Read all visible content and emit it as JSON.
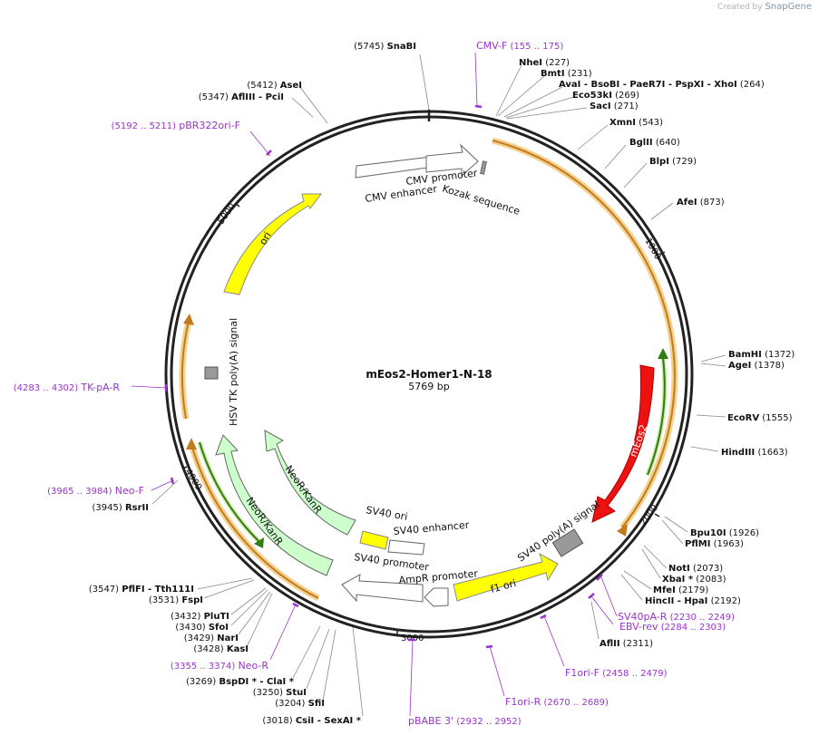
{
  "watermark": {
    "prefix": "Created by",
    "brand": "SnapGene"
  },
  "plasmid": {
    "name": "mEos2-Homer1-N-18",
    "length": "5769 bp"
  },
  "colors": {
    "enzyme": "#000000",
    "primer": "#9933cc",
    "backbone": "#222222"
  },
  "ticks": [
    "1000",
    "2000",
    "3000",
    "4000",
    "5000"
  ],
  "enzymes": [
    {
      "name": "SnaBI",
      "pos": "(5745)"
    },
    {
      "name": "NheI",
      "pos": "(227)"
    },
    {
      "name": "BmtI",
      "pos": "(231)"
    },
    {
      "name": "AvaI   - BsoBI   - PaeR7I   - PspXI   - XhoI",
      "pos": "(264)"
    },
    {
      "name": "Eco53kI",
      "pos": "(269)"
    },
    {
      "name": "SacI",
      "pos": "(271)"
    },
    {
      "name": "XmnI",
      "pos": "(543)"
    },
    {
      "name": "BglII",
      "pos": "(640)"
    },
    {
      "name": "BlpI",
      "pos": "(729)"
    },
    {
      "name": "AfeI",
      "pos": "(873)"
    },
    {
      "name": "BamHI",
      "pos": "(1372)"
    },
    {
      "name": "AgeI",
      "pos": "(1378)"
    },
    {
      "name": "EcoRV",
      "pos": "(1555)"
    },
    {
      "name": "HindIII",
      "pos": "(1663)"
    },
    {
      "name": "Bpu10I",
      "pos": "(1926)"
    },
    {
      "name": "PflMI",
      "pos": "(1963)"
    },
    {
      "name": "NotI",
      "pos": "(2073)"
    },
    {
      "name": "XbaI *",
      "pos": "(2083)"
    },
    {
      "name": "MfeI",
      "pos": "(2179)"
    },
    {
      "name": "HincII   - HpaI",
      "pos": "(2192)"
    },
    {
      "name": "AflII",
      "pos": "(2311)"
    },
    {
      "name": "CsiI   - SexAI *",
      "pos": "(3018)"
    },
    {
      "name": "SfiI",
      "pos": "(3204)"
    },
    {
      "name": "StuI",
      "pos": "(3250)"
    },
    {
      "name": "BspDI *   - ClaI *",
      "pos": "(3269)"
    },
    {
      "name": "KasI",
      "pos": "(3428)"
    },
    {
      "name": "NarI",
      "pos": "(3429)"
    },
    {
      "name": "SfoI",
      "pos": "(3430)"
    },
    {
      "name": "PluTI",
      "pos": "(3432)"
    },
    {
      "name": "FspI",
      "pos": "(3531)"
    },
    {
      "name": "PflFI   - Tth111I",
      "pos": "(3547)"
    },
    {
      "name": "RsrII",
      "pos": "(3945)"
    },
    {
      "name": "AflIII   - PciI",
      "pos": "(5347)"
    },
    {
      "name": "AseI",
      "pos": "(5412)"
    }
  ],
  "primers": [
    {
      "name": "CMV-F",
      "range": "(155 .. 175)"
    },
    {
      "name": "SV40pA-R",
      "range": "(2230 .. 2249)"
    },
    {
      "name": "EBV-rev",
      "range": "(2284 .. 2303)"
    },
    {
      "name": "F1ori-F",
      "range": "(2458 .. 2479)"
    },
    {
      "name": "F1ori-R",
      "range": "(2670 .. 2689)"
    },
    {
      "name": "pBABE 3'",
      "range": "(2932 .. 2952)"
    },
    {
      "name": "Neo-R",
      "range": "(3355 .. 3374)"
    },
    {
      "name": "Neo-F",
      "range": "(3965 .. 3984)"
    },
    {
      "name": "TK-pA-R",
      "range": "(4283 .. 4302)"
    },
    {
      "name": "pBR322ori-F",
      "range": "(5192 .. 5211)"
    }
  ],
  "features": [
    {
      "name": "CMV promoter",
      "color": "#ffffff"
    },
    {
      "name": "CMV enhancer",
      "color": "#ffffff"
    },
    {
      "name": "Kozak sequence",
      "color": "#999999"
    },
    {
      "name": "mEos2",
      "color": "#ee1111"
    },
    {
      "name": "SV40 poly(A) signal",
      "color": "#999999"
    },
    {
      "name": "f1 ori",
      "color": "#ffff00"
    },
    {
      "name": "AmpR promoter",
      "color": "#ffffff"
    },
    {
      "name": "SV40 promoter",
      "color": "#ffffff"
    },
    {
      "name": "SV40 enhancer",
      "color": "#ffffff"
    },
    {
      "name": "SV40 ori",
      "color": "#ffff00"
    },
    {
      "name": "NeoR/KanR",
      "color": "#ccffcc"
    },
    {
      "name": "HSV TK poly(A) signal",
      "color": "#999999"
    },
    {
      "name": "ori",
      "color": "#ffff00"
    }
  ]
}
